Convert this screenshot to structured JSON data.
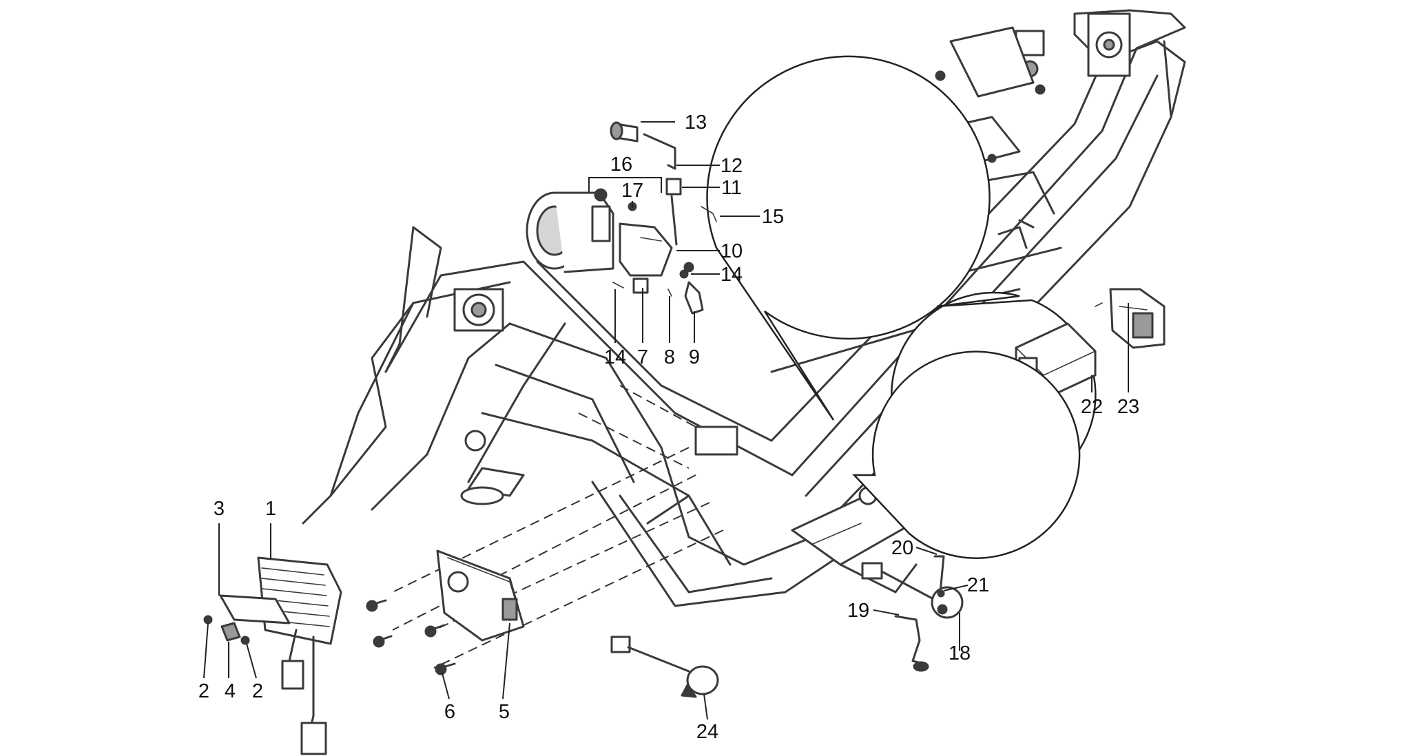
{
  "callouts": {
    "p1": "1",
    "p2a": "2",
    "p2b": "2",
    "p3": "3",
    "p4": "4",
    "p5": "5",
    "p6": "6",
    "p7": "7",
    "p8": "8",
    "p9": "9",
    "p10": "10",
    "p11": "11",
    "p12": "12",
    "p13": "13",
    "p14a": "14",
    "p14b": "14",
    "p15": "15",
    "p16": "16",
    "p17": "17",
    "p18": "18",
    "p19": "19",
    "p20": "20",
    "p21": "21",
    "p22": "22",
    "p23": "23",
    "p24": "24"
  },
  "colors": {
    "line": "#3a3a3a",
    "background": "#ffffff"
  }
}
